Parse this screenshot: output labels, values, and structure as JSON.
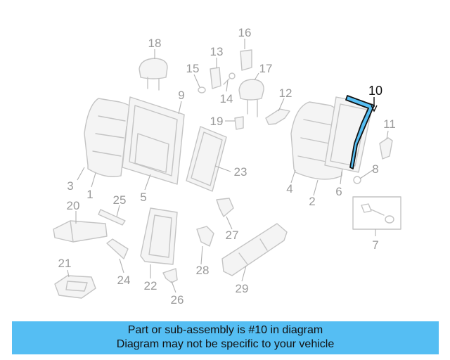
{
  "diagram": {
    "highlighted_part": "10",
    "highlight_color": "#55bef3",
    "callouts": [
      "1",
      "2",
      "3",
      "4",
      "5",
      "6",
      "7",
      "8",
      "9",
      "10",
      "11",
      "12",
      "13",
      "14",
      "15",
      "16",
      "17",
      "18",
      "19",
      "20",
      "21",
      "22",
      "23",
      "24",
      "25",
      "26",
      "27",
      "28",
      "29"
    ]
  },
  "banner": {
    "line1": "Part or sub-assembly is #10 in diagram",
    "line2": "Diagram may not be specific to your vehicle",
    "color": "#55bef3"
  }
}
